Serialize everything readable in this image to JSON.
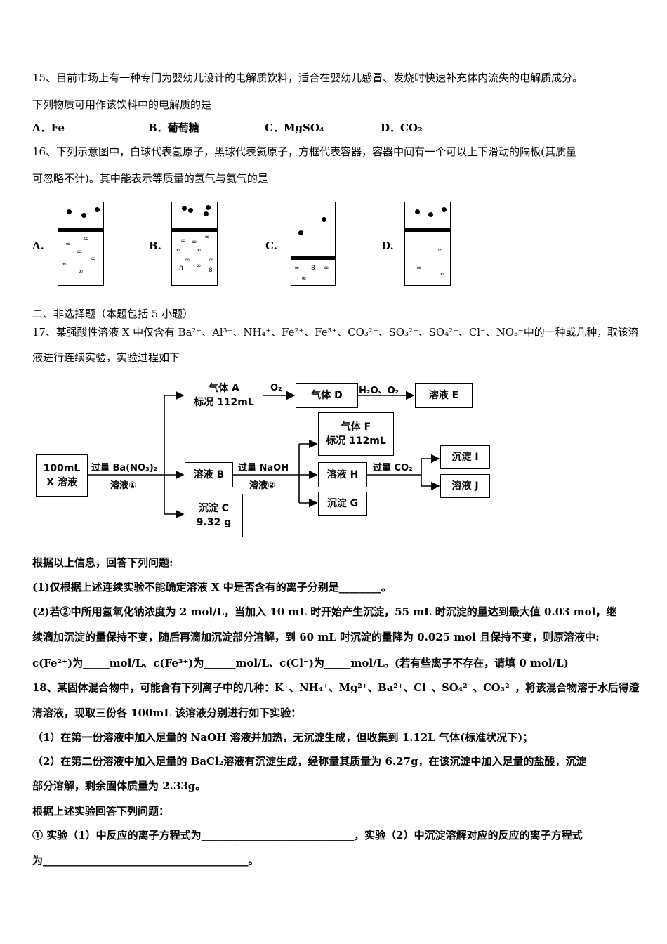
{
  "q15": {
    "line1": "15、目前市场上有一种专门为婴幼儿设计的电解质饮料，适合在婴幼儿感冒、发烧时快速补充体内流失的电解质成分。",
    "line2": "下列物质可用作该饮料中的电解质的是",
    "options": {
      "A": "A．Fe",
      "B": "B．葡萄糖",
      "C": "C．MgSO₄",
      "D": "D．CO₂"
    }
  },
  "q16": {
    "line1": "16、下列示意图中，白球代表氢原子，黑球代表氦原子，方框代表容器，容器中间有一个可以上下滑动的隔板(其质量",
    "line2": "可忽略不计)。其中能表示等质量的氢气与氦气的是",
    "labels": [
      "A.",
      "B.",
      "C.",
      "D."
    ],
    "h2_symbol": "∞",
    "h2_symbol_vertical": "8"
  },
  "section2": "二、非选择题（本题包括 5 小题）",
  "q17": {
    "line1": "17、某强酸性溶液 X 中仅含有 Ba²⁺、Al³⁺、NH₄⁺、Fe²⁺、Fe³⁺、CO₃²⁻、SO₃²⁻、SO₄²⁻、Cl⁻、NO₃⁻中的一种或几种，取该溶",
    "line2": "液进行连续实验，实验过程如下",
    "flow": {
      "x": [
        "100mL",
        "X 溶液"
      ],
      "r1_top": "过量 Ba(NO₃)₂",
      "r1_bottom": "溶液①",
      "gasA": [
        "气体 A",
        "标况 112mL"
      ],
      "o2": "O₂",
      "gasD": "气体 D",
      "h2o_o2": "H₂O、O₂",
      "solE": "溶液 E",
      "solB": "溶液 B",
      "r2_top": "过量 NaOH",
      "r2_bottom": "溶液②",
      "pptC": [
        "沉淀 C",
        "9.32 g"
      ],
      "gasF": [
        "气体 F",
        "标况 112mL"
      ],
      "solH": "溶液 H",
      "pptG": "沉淀 G",
      "co2": "过量 CO₂",
      "pptI": "沉淀 I",
      "solJ": "溶液 J"
    },
    "intro": "根据以上信息，回答下列问题:",
    "p1": "(1)仅根据上述连续实验不能确定溶液 X 中是否含有的离子分别是________。",
    "p2_l1": "(2)若②中所用氢氧化钠浓度为 2 mol/L，当加入 10 mL 时开始产生沉淀，55 mL 时沉淀的量达到最大值 0.03 mol，继",
    "p2_l2": "续滴加沉淀的量保持不变，随后再滴加沉淀部分溶解，到 60 mL 时沉淀的量降为 0.025 mol 且保持不变，则原溶液中:",
    "p2_l3": "c(Fe²⁺)为_____mol/L、c(Fe³⁺)为______mol/L、c(Cl⁻)为_____mol/L。(若有些离子不存在，请填 0 mol/L)"
  },
  "q18": {
    "line1": "18、某固体混合物中，可能含有下列离子中的几种：K⁺、NH₄⁺、Mg²⁺、Ba²⁺、Cl⁻、SO₄²⁻、CO₃²⁻，将该混合物溶于水后得澄",
    "line2": "清溶液，现取三份各 100mL 该溶液分别进行如下实验：",
    "e1": "（1）在第一份溶液中加入足量的 NaOH 溶液并加热，无沉淀生成，但收集到 1.12L 气体(标准状况下)；",
    "e2_l1": "（2）在第二份溶液中加入足量的 BaCl₂溶液有沉淀生成，经称量其质量为 6.27g，在该沉淀中加入足量的盐酸，沉淀",
    "e2_l2": "部分溶解，剩余固体质量为 2.33g。",
    "intro": "根据上述实验回答下列问题：",
    "a1_l1": "① 实验（1）中反应的离子方程式为_____________________________，实验（2）中沉淀溶解对应的反应的离子方程式",
    "a1_l2": "为_______________________________________。"
  }
}
